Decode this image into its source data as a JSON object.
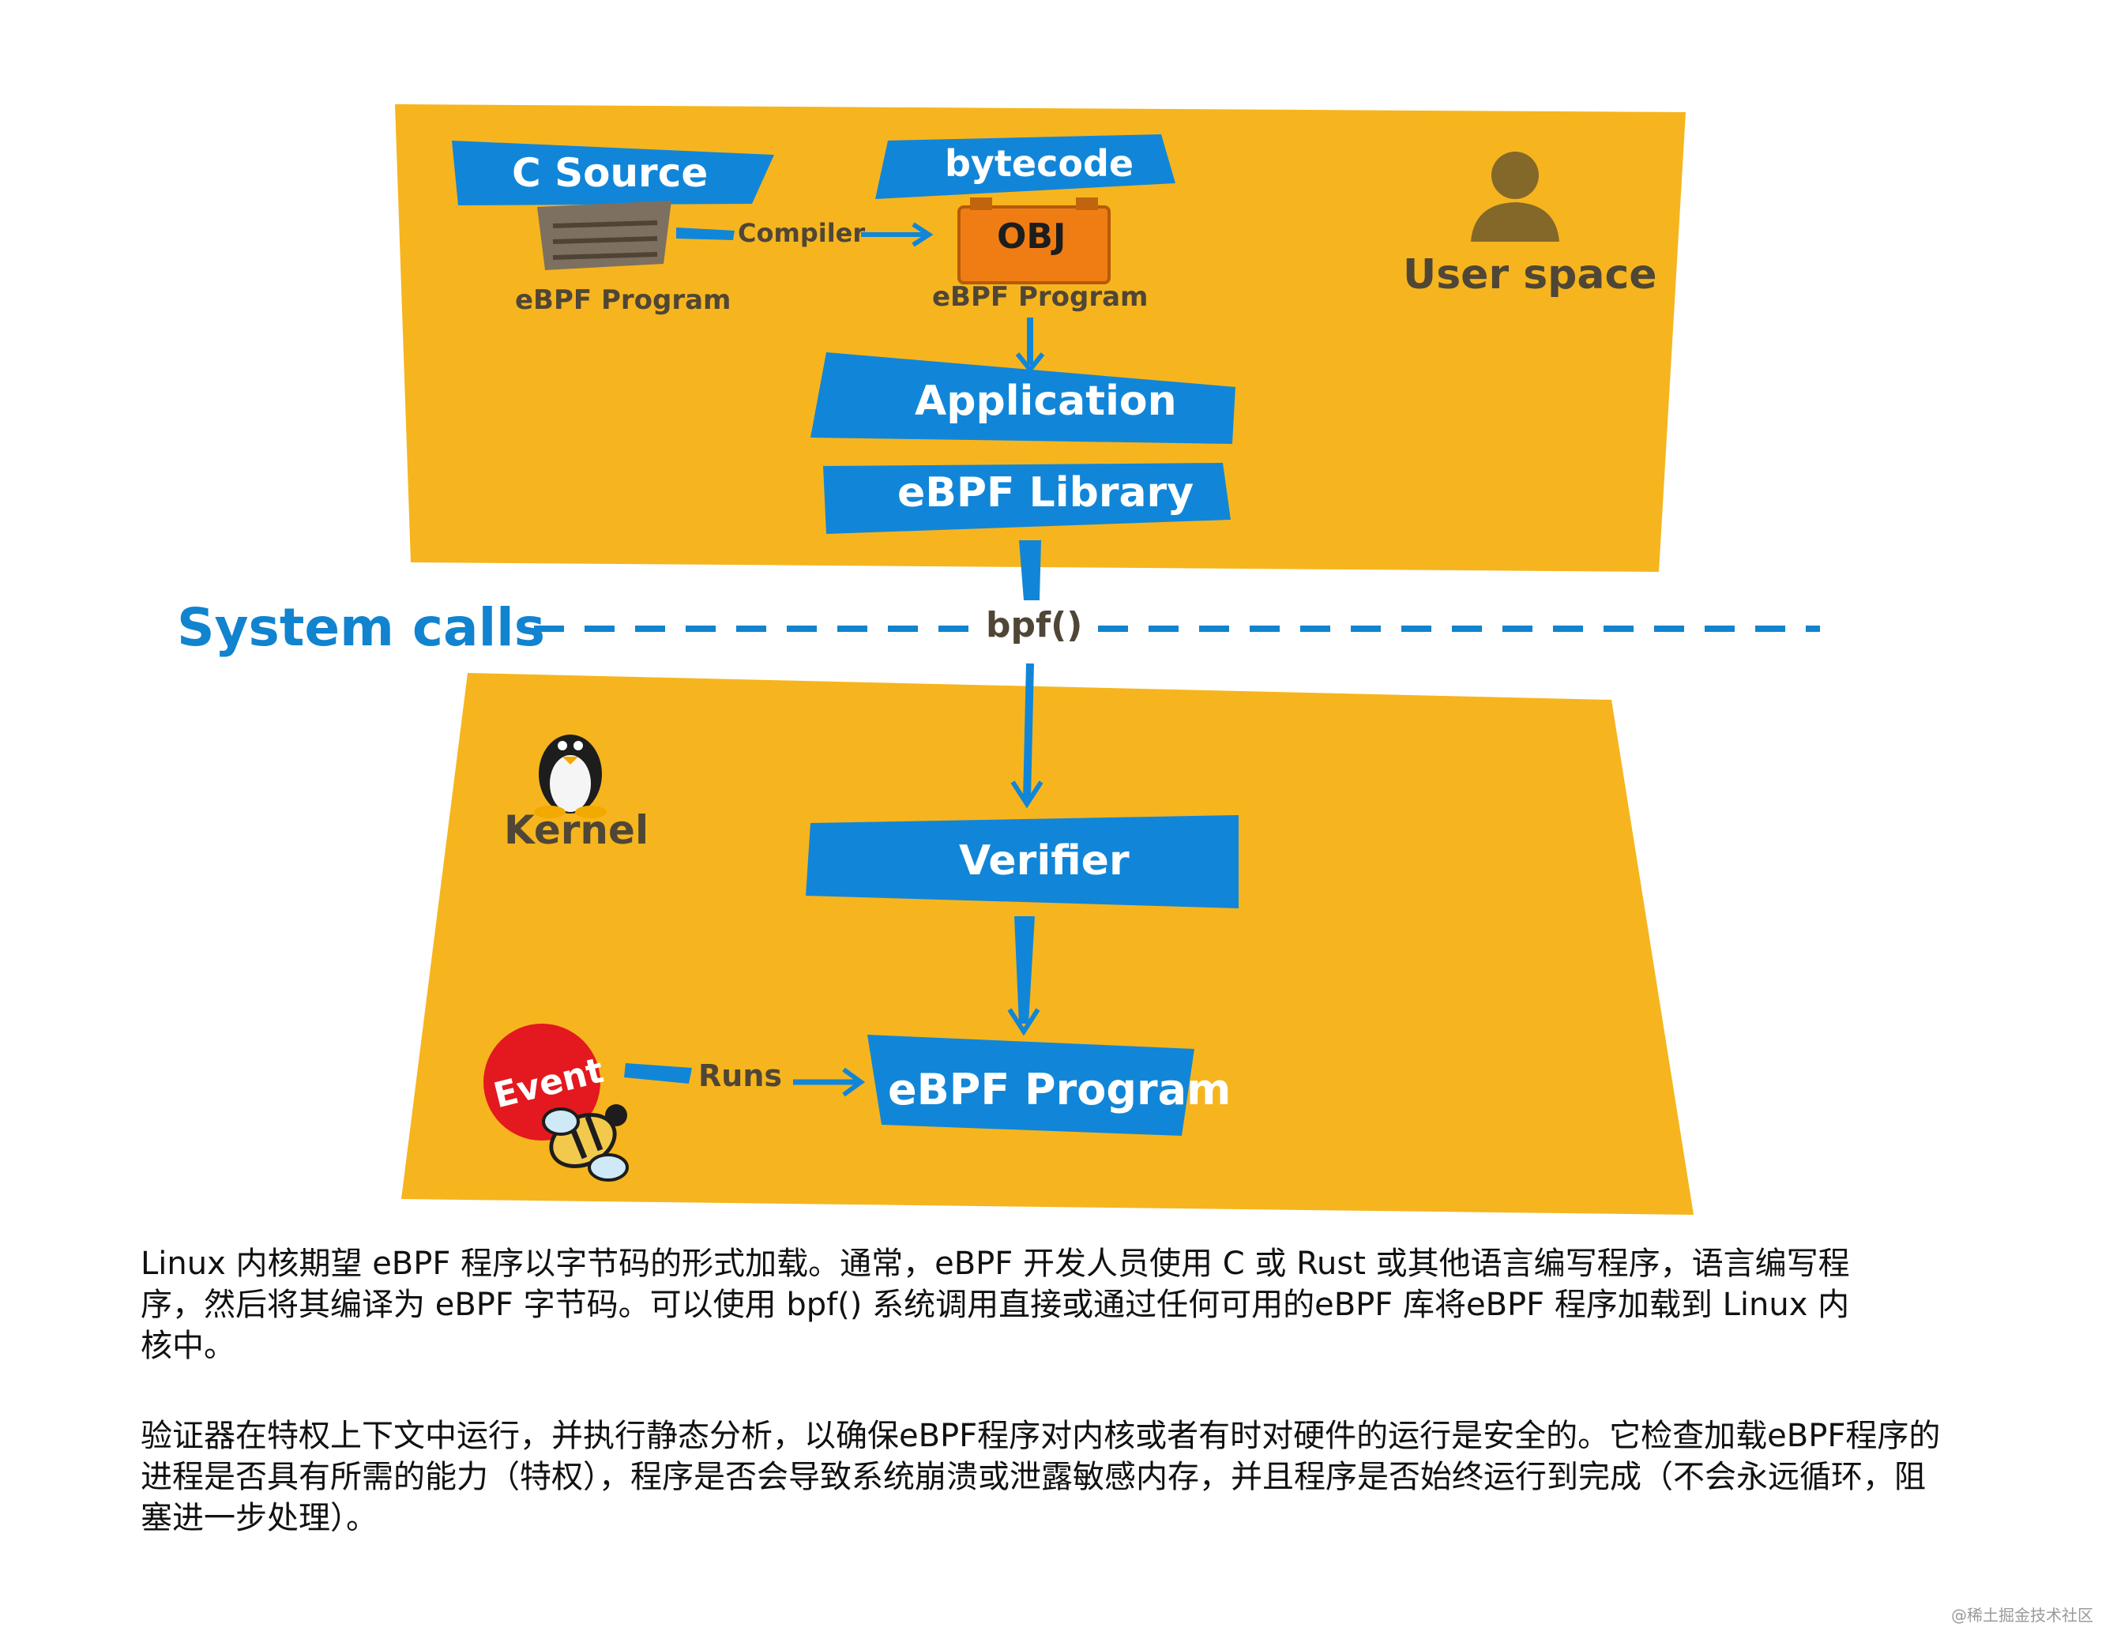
{
  "diagram": {
    "user_space_label": "User space",
    "kernel_label": "Kernel",
    "system_calls_label": "System calls",
    "syscall_name": "bpf()",
    "c_source_label": "C Source",
    "bytecode_label": "bytecode",
    "compiler_label": "Compiler",
    "obj_label": "OBJ",
    "source_program_caption": "eBPF Program",
    "bytecode_program_caption": "eBPF Program",
    "application_label": "Application",
    "library_label": "eBPF Library",
    "verifier_label": "Verifier",
    "kernel_program_label": "eBPF Program",
    "event_label": "Event",
    "runs_label": "Runs"
  },
  "colors": {
    "panel": "#f6b51e",
    "box": "#1186d8",
    "system_calls": "#1183cf",
    "text_dark": "#4f4636",
    "obj_box": "#f07d14",
    "event": "#e3191f"
  },
  "text": {
    "paragraph1": "Linux 内核期望 eBPF 程序以字节码的形式加载。通常，eBPF 开发人员使用 C 或 Rust 或其他语言编写程序，语言编写程序，然后将其编译为 eBPF 字节码。可以使用 bpf() 系统调用直接或通过任何可用的eBPF 库将eBPF 程序加载到 Linux 内核中。",
    "paragraph2": "验证器在特权上下文中运行，并执行静态分析，以确保eBPF程序对内核或者有时对硬件的运行是安全的。它检查加载eBPF程序的进程是否具有所需的能力（特权），程序是否会导致系统崩溃或泄露敏感内存，并且程序是否始终运行到完成（不会永远循环，阻塞进一步处理）。",
    "watermark": "@稀土掘金技术社区"
  }
}
